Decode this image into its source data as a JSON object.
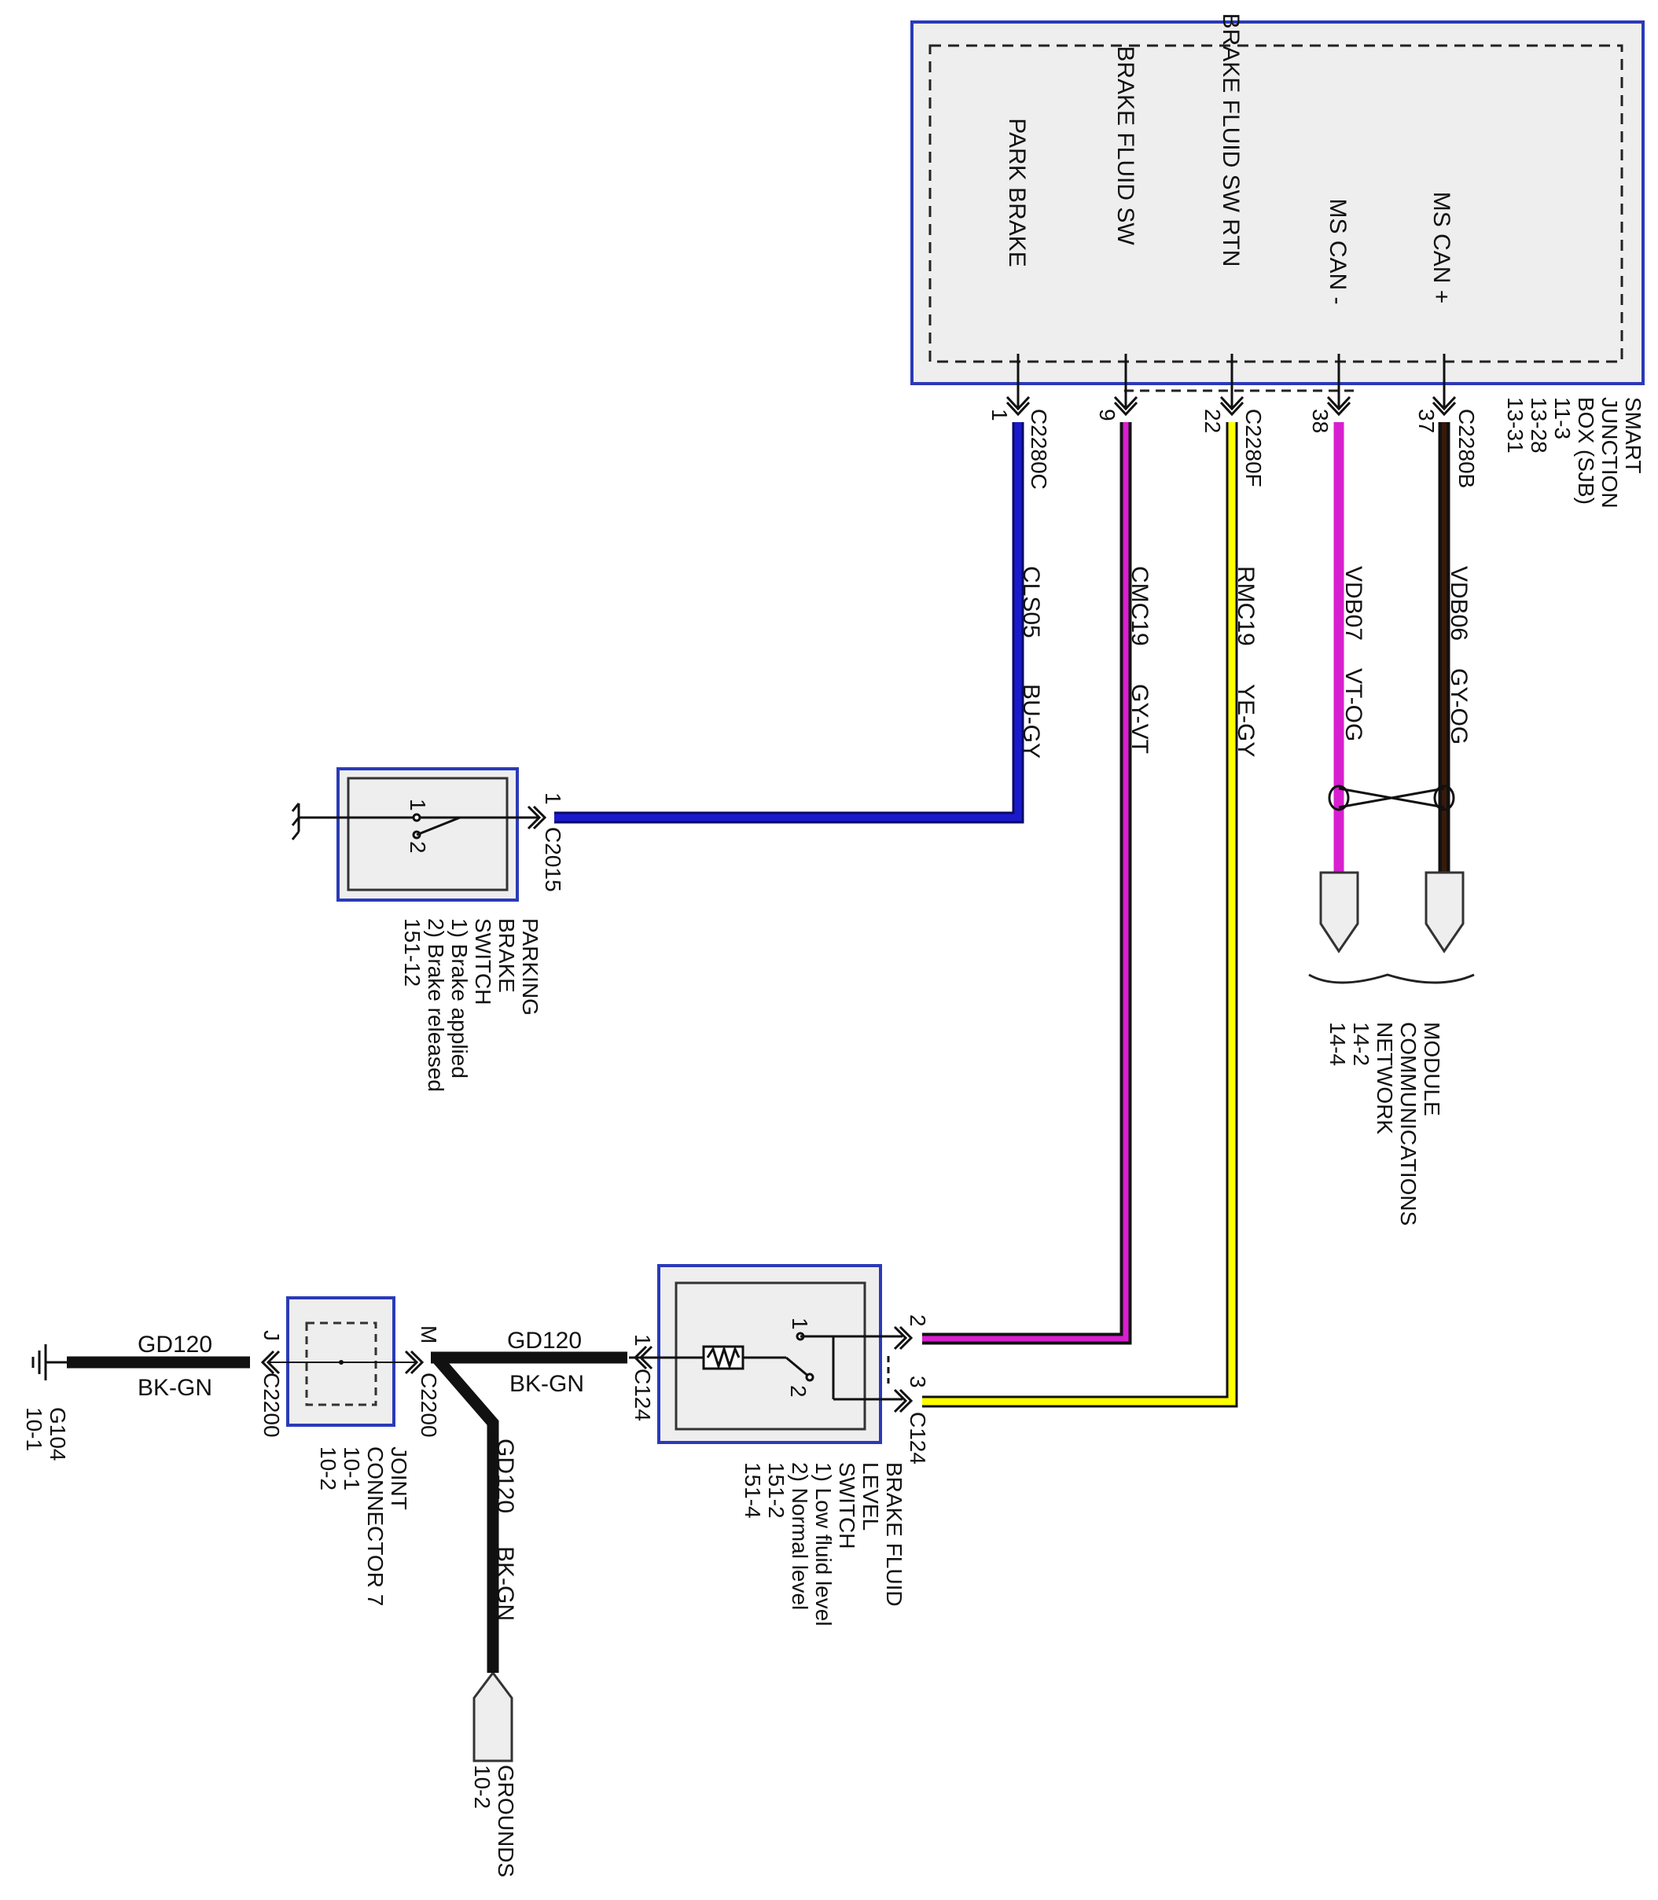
{
  "colors": {
    "wire_blue": "#1a1acc",
    "wire_violet": "#d81fcf",
    "wire_yellow": "#ffff00",
    "wire_black": "#111111",
    "wire_brown": "#3a1a0a",
    "box_border": "#2a3ab8",
    "box_fill": "#eeeeee"
  },
  "sjb": {
    "pins": [
      "PARK BRAKE",
      "BRAKE FLUID SW",
      "BRAKE FLUID SW RTN",
      "MS CAN -",
      "MS CAN +"
    ],
    "name": [
      "SMART",
      "JUNCTION",
      "BOX (SJB)",
      "11-3",
      "13-28",
      "13-31"
    ],
    "connectors": {
      "c2280c": {
        "name": "C2280C",
        "pin": "1"
      },
      "c2280f": {
        "name": "C2280F",
        "pin9": "9",
        "pin22": "22"
      },
      "c2280b": {
        "name": "C2280B",
        "pin38": "38",
        "pin37": "37"
      }
    }
  },
  "wires": {
    "cls05": {
      "circuit": "CLS05",
      "color": "BU-GY"
    },
    "cmc19": {
      "circuit": "CMC19",
      "color": "GY-VT"
    },
    "rmc19": {
      "circuit": "RMC19",
      "color": "YE-GY"
    },
    "vdb07": {
      "circuit": "VDB07",
      "color": "VT-OG"
    },
    "vdb06": {
      "circuit": "VDB06",
      "color": "GY-OG"
    },
    "gd120_left": {
      "circuit": "GD120",
      "color": "BK-GN"
    },
    "gd120_mid": {
      "circuit": "GD120",
      "color": "BK-GN"
    },
    "gd120_down": {
      "circuit": "GD120",
      "color": "BK-GN"
    }
  },
  "mcn": {
    "lines": [
      "MODULE",
      "COMMUNICATIONS",
      "NETWORK",
      "14-2",
      "14-4"
    ]
  },
  "parking_brake_switch": {
    "connector": "C2015",
    "pin": "1",
    "sw_pin1": "1",
    "sw_pin2": "2",
    "lines": [
      "PARKING",
      "BRAKE",
      "SWITCH",
      "1) Brake applied",
      "2) Brake released",
      "151-12"
    ]
  },
  "brake_fluid_switch": {
    "connector": "C124",
    "connector_left": "C124",
    "pin_left": "1",
    "pin2": "2",
    "pin3": "3",
    "sw_pin1": "1",
    "sw_pin2": "2",
    "lines": [
      "BRAKE FLUID",
      "LEVEL",
      "SWITCH",
      "1) Low fluid level",
      "2) Normal level",
      "151-2",
      "151-4"
    ]
  },
  "joint_connector": {
    "left_connector": "C2200",
    "left_pin": "J",
    "right_connector": "C2200",
    "right_pin": "M",
    "lines": [
      "JOINT",
      "CONNECTOR 7",
      "10-1",
      "10-2"
    ]
  },
  "ground": {
    "lines": [
      "G104",
      "10-1"
    ]
  },
  "grounds_ref": {
    "lines": [
      "GROUNDS",
      "10-2"
    ]
  }
}
